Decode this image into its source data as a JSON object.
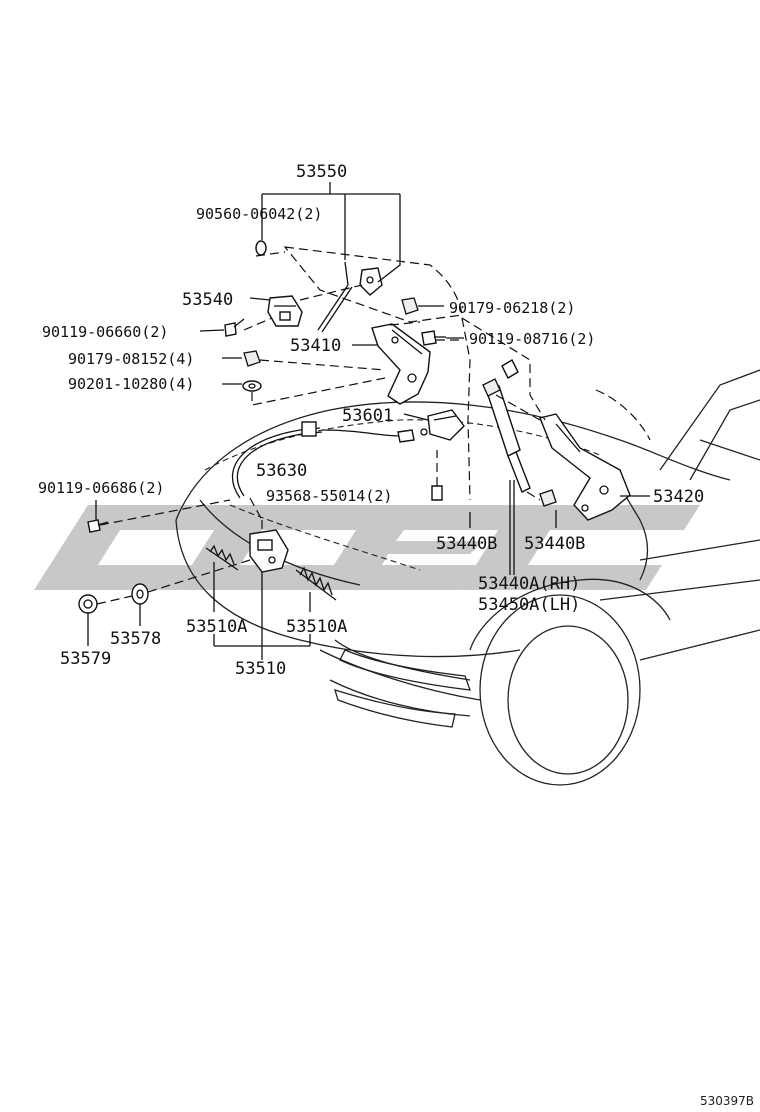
{
  "figure_id": "530397B",
  "watermark_colour": "#c8c8c8",
  "callouts": {
    "p53550": "53550",
    "p90560": "90560-06042(2)",
    "p53540": "53540",
    "p90119_06660": "90119-06660(2)",
    "p90179_08152": "90179-08152(4)",
    "p90201": "90201-10280(4)",
    "p90179_06218": "90179-06218(2)",
    "p90119_08716": "90119-08716(2)",
    "p53410": "53410",
    "p53601": "53601",
    "p53630": "53630",
    "p93568": "93568-55014(2)",
    "p90119_06686": "90119-06686(2)",
    "p53420": "53420",
    "p53440B_left": "53440B",
    "p53440B_right": "53440B",
    "p53440A": "53440A(RH)",
    "p53450A": "53450A(LH)",
    "p53510A_left": "53510A",
    "p53510A_right": "53510A",
    "p53510": "53510",
    "p53578": "53578",
    "p53579": "53579"
  }
}
